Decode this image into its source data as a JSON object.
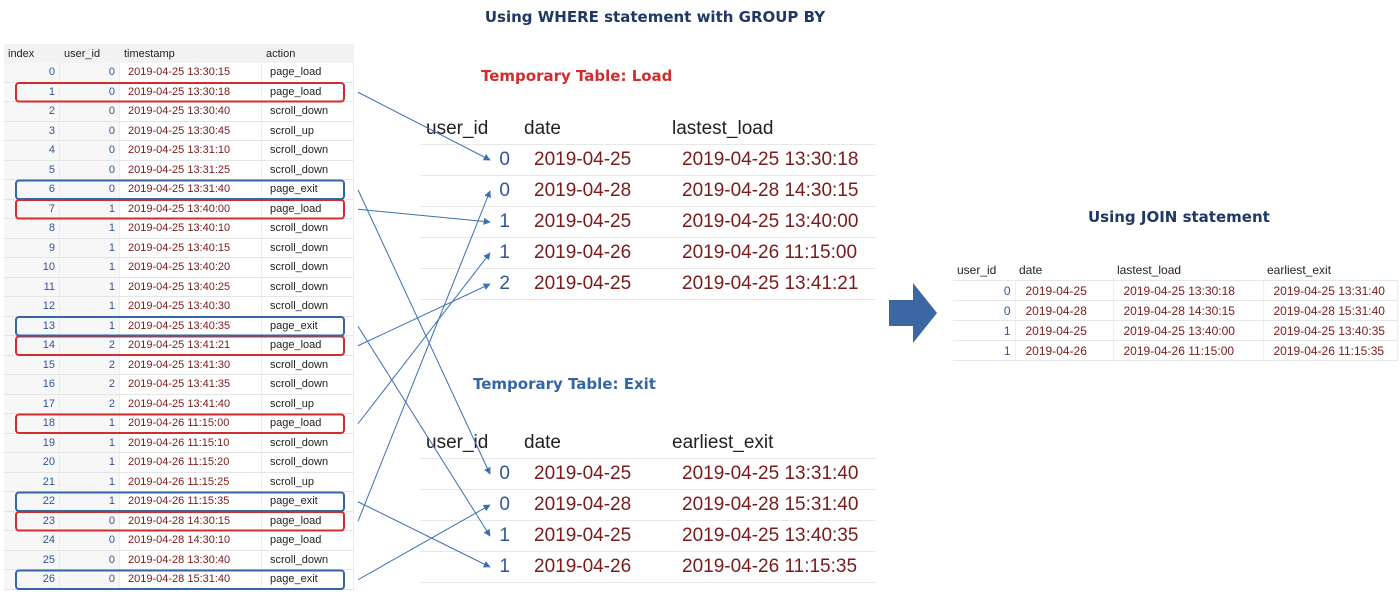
{
  "title": "Using WHERE statement with GROUP BY",
  "source_table": {
    "headers": [
      "index",
      "user_id",
      "timestamp",
      "action"
    ],
    "rows": [
      [
        "0",
        "0",
        "2019-04-25 13:30:15",
        "page_load"
      ],
      [
        "1",
        "0",
        "2019-04-25 13:30:18",
        "page_load"
      ],
      [
        "2",
        "0",
        "2019-04-25 13:30:40",
        "scroll_down"
      ],
      [
        "3",
        "0",
        "2019-04-25 13:30:45",
        "scroll_up"
      ],
      [
        "4",
        "0",
        "2019-04-25 13:31:10",
        "scroll_down"
      ],
      [
        "5",
        "0",
        "2019-04-25 13:31:25",
        "scroll_down"
      ],
      [
        "6",
        "0",
        "2019-04-25 13:31:40",
        "page_exit"
      ],
      [
        "7",
        "1",
        "2019-04-25 13:40:00",
        "page_load"
      ],
      [
        "8",
        "1",
        "2019-04-25 13:40:10",
        "scroll_down"
      ],
      [
        "9",
        "1",
        "2019-04-25 13:40:15",
        "scroll_down"
      ],
      [
        "10",
        "1",
        "2019-04-25 13:40:20",
        "scroll_down"
      ],
      [
        "11",
        "1",
        "2019-04-25 13:40:25",
        "scroll_down"
      ],
      [
        "12",
        "1",
        "2019-04-25 13:40:30",
        "scroll_down"
      ],
      [
        "13",
        "1",
        "2019-04-25 13:40:35",
        "page_exit"
      ],
      [
        "14",
        "2",
        "2019-04-25 13:41:21",
        "page_load"
      ],
      [
        "15",
        "2",
        "2019-04-25 13:41:30",
        "scroll_down"
      ],
      [
        "16",
        "2",
        "2019-04-25 13:41:35",
        "scroll_down"
      ],
      [
        "17",
        "2",
        "2019-04-25 13:41:40",
        "scroll_up"
      ],
      [
        "18",
        "1",
        "2019-04-26 11:15:00",
        "page_load"
      ],
      [
        "19",
        "1",
        "2019-04-26 11:15:10",
        "scroll_down"
      ],
      [
        "20",
        "1",
        "2019-04-26 11:15:20",
        "scroll_down"
      ],
      [
        "21",
        "1",
        "2019-04-26 11:15:25",
        "scroll_up"
      ],
      [
        "22",
        "1",
        "2019-04-26 11:15:35",
        "page_exit"
      ],
      [
        "23",
        "0",
        "2019-04-28 14:30:15",
        "page_load"
      ],
      [
        "24",
        "0",
        "2019-04-28 14:30:10",
        "page_load"
      ],
      [
        "25",
        "0",
        "2019-04-28 13:30:40",
        "scroll_down"
      ],
      [
        "26",
        "0",
        "2019-04-28 15:31:40",
        "page_exit"
      ]
    ],
    "load_highlight_rows": [
      1,
      7,
      14,
      18,
      23
    ],
    "exit_highlight_rows": [
      6,
      13,
      22,
      26
    ]
  },
  "load_table": {
    "title": "Temporary Table: Load",
    "headers": [
      "user_id",
      "date",
      "lastest_load"
    ],
    "rows": [
      [
        "0",
        "2019-04-25",
        "2019-04-25 13:30:18"
      ],
      [
        "0",
        "2019-04-28",
        "2019-04-28 14:30:15"
      ],
      [
        "1",
        "2019-04-25",
        "2019-04-25 13:40:00"
      ],
      [
        "1",
        "2019-04-26",
        "2019-04-26 11:15:00"
      ],
      [
        "2",
        "2019-04-25",
        "2019-04-25 13:41:21"
      ]
    ],
    "source_rows": [
      1,
      23,
      7,
      18,
      14
    ]
  },
  "exit_table": {
    "title": "Temporary Table: Exit",
    "headers": [
      "user_id",
      "date",
      "earliest_exit"
    ],
    "rows": [
      [
        "0",
        "2019-04-25",
        "2019-04-25 13:31:40"
      ],
      [
        "0",
        "2019-04-28",
        "2019-04-28 15:31:40"
      ],
      [
        "1",
        "2019-04-25",
        "2019-04-25 13:40:35"
      ],
      [
        "1",
        "2019-04-26",
        "2019-04-26 11:15:35"
      ]
    ],
    "source_rows": [
      6,
      26,
      13,
      22
    ]
  },
  "join_table": {
    "title": "Using JOIN statement",
    "headers": [
      "user_id",
      "date",
      "lastest_load",
      "earliest_exit"
    ],
    "rows": [
      [
        "0",
        "2019-04-25",
        "2019-04-25 13:30:18",
        "2019-04-25 13:31:40"
      ],
      [
        "0",
        "2019-04-28",
        "2019-04-28 14:30:15",
        "2019-04-28 15:31:40"
      ],
      [
        "1",
        "2019-04-25",
        "2019-04-25 13:40:00",
        "2019-04-25 13:40:35"
      ],
      [
        "1",
        "2019-04-26",
        "2019-04-26 11:15:00",
        "2019-04-26 11:15:35"
      ]
    ]
  },
  "colors": {
    "load_highlight": "#d12d2d",
    "exit_highlight": "#3466a6",
    "connector": "#3a6fb0",
    "join_arrow": "#3b67a3"
  }
}
